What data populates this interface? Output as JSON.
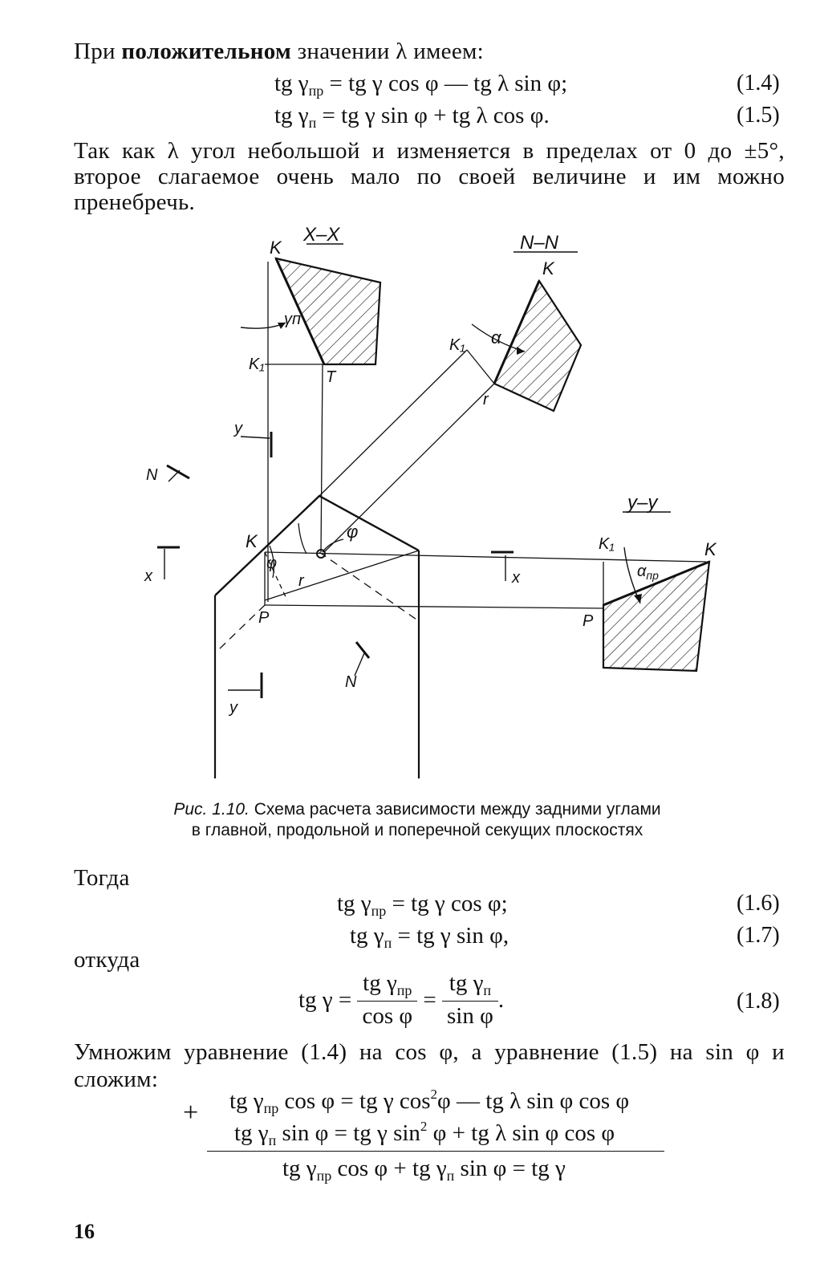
{
  "intro": {
    "lead": "При ",
    "bold": "положительном",
    "rest": " значении λ имеем:"
  },
  "eq14": {
    "text_a": "tg γ",
    "sub_a": "пр",
    "text_b": " = tg γ cos φ — tg λ sin φ;",
    "number": "(1.4)"
  },
  "eq15": {
    "text_a": "tg γ",
    "sub_a": "п",
    "text_b": " = tg γ sin φ + tg λ cos φ.",
    "number": "(1.5)"
  },
  "para1": "Так как λ угол небольшой и изменяется в пределах от 0 до ±5°, второе слагаемое очень мало по своей величине и им можно пренебречь.",
  "figure": {
    "labels": {
      "xx": "X–X",
      "nn": "N–N",
      "yy": "y–y",
      "K": "K",
      "K1": "K₁",
      "T": "T",
      "gamma_n": "γп",
      "alpha": "α",
      "r": "r",
      "phi": "φ",
      "P": "P",
      "N": "N",
      "y": "y",
      "x": "x",
      "alpha_pr": "α",
      "alpha_pr_sub": "пр"
    }
  },
  "caption": {
    "prefix": "Рис. 1.10.",
    "line1": " Схема расчета зависимости между задними углами",
    "line2": "в главной, продольной и поперечной секущих плоскостях"
  },
  "then": "Тогда",
  "eq16": {
    "text_a": "tg γ",
    "sub_a": "пр",
    "text_b": " = tg γ cos φ;",
    "number": "(1.6)"
  },
  "eq17": {
    "text_a": "tg γ",
    "sub_a": "п",
    "text_b": " = tg γ sin φ,",
    "number": "(1.7)"
  },
  "whence": "откуда",
  "eq18": {
    "lhs": "tg γ =",
    "f1_num": "tg γ",
    "f1_num_sub": "пр",
    "f1_den": "cos φ",
    "eq": "=",
    "f2_num": "tg γ",
    "f2_num_sub": "п",
    "f2_den": "sin φ",
    "end": ".",
    "number": "(1.8)"
  },
  "para2": "Умножим уравнение (1.4) на cos φ, а уравнение (1.5) на sin φ и сложим:",
  "sum": {
    "plus": "+",
    "l1_a": "tg γ",
    "l1_sub": "пр",
    "l1_b": " cos φ = tg γ cos",
    "l1_sup": "2",
    "l1_c": "φ — tg λ sin φ cos φ",
    "l2_a": "tg γ",
    "l2_sub": "п",
    "l2_b": " sin φ = tg γ sin",
    "l2_sup": "2",
    "l2_c": " φ + tg λ sin φ cos φ",
    "l3_a": "tg γ",
    "l3_sub": "пр",
    "l3_b": " cos φ + tg γ",
    "l3_sub2": "п",
    "l3_c": " sin φ = tg γ"
  },
  "page_number": "16"
}
